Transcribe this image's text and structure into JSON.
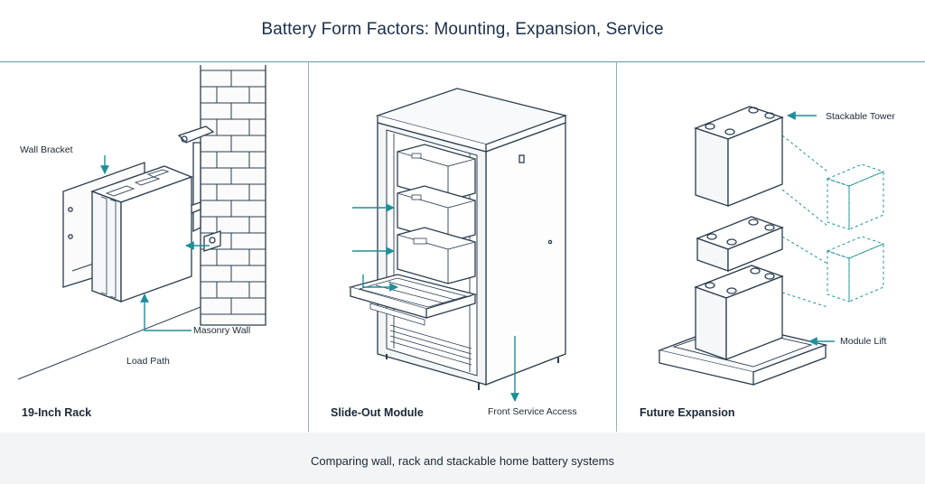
{
  "title": "Battery Form Factors: Mounting, Expansion, Service",
  "caption": "Comparing wall, rack and stackable home battery systems",
  "colors": {
    "accent": "#1f8f98",
    "line": "#2b3d4f",
    "divider": "#5f9aa2",
    "footer": "#f3f4f5"
  },
  "panels": [
    {
      "label": "19-Inch Rack",
      "callouts": [
        "Wall Bracket",
        "Masonry Wall",
        "Load Path"
      ]
    },
    {
      "label": "Slide-Out Module",
      "callouts": [
        "Front Service Access"
      ]
    },
    {
      "label": "Future Expansion",
      "callouts": [
        "Stackable Tower",
        "Module Lift"
      ]
    }
  ]
}
